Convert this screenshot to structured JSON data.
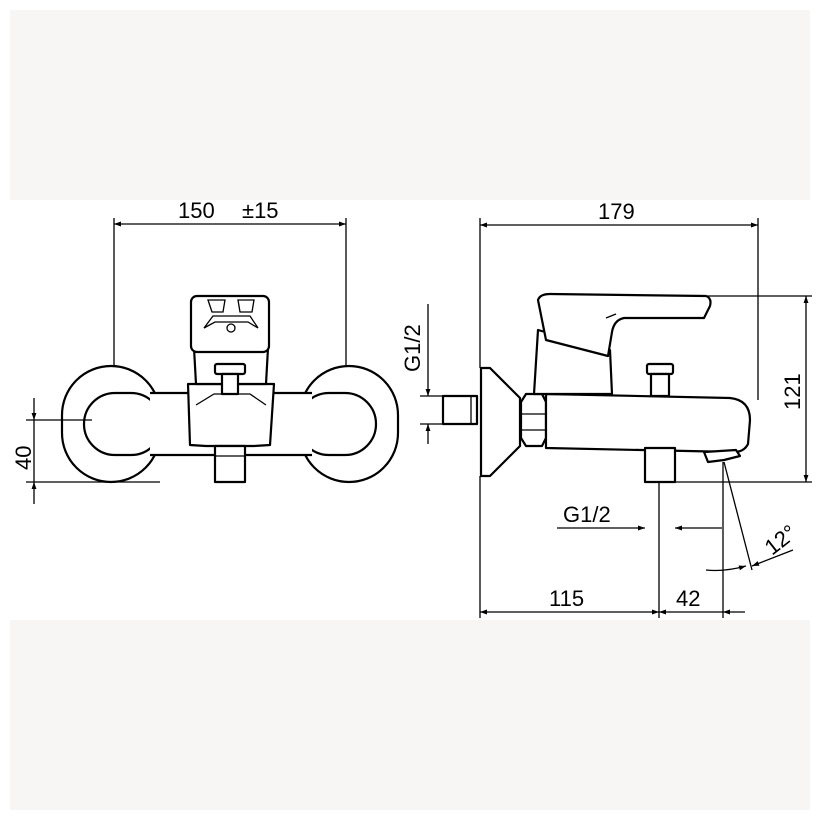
{
  "dimensions": {
    "front_width": "150",
    "front_tolerance": "±15",
    "front_height": "40",
    "side_length": "179",
    "side_height": "121",
    "inlet_thread": "G1/2",
    "outlet_thread": "G1/2",
    "wall_to_outlet": "115",
    "outlet_offset": "42",
    "spout_angle": "12°"
  }
}
